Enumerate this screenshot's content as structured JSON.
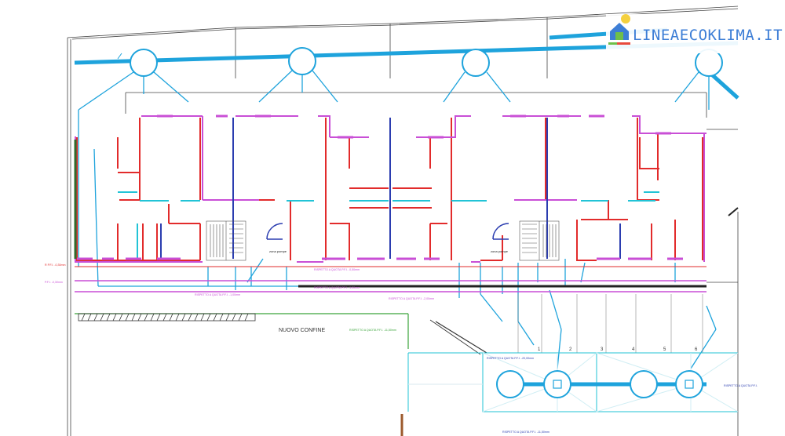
{
  "brand": {
    "text": "LINEAECOKLIMA.IT",
    "colors": {
      "blue": "#3d7ed6",
      "yellow": "#f4d03f",
      "green": "#6fbf4a",
      "red": "#e84a3c"
    }
  },
  "plan": {
    "labels": {
      "nuovo_confine": "NUOVO CONFINE",
      "zona_pompe_a": "zona pompe",
      "zona_pompe_b": "zona pompe",
      "rispetto_0_5": "RISPETTO A QUOTA P.F.I. -0,50mm",
      "rispetto_1_5": "RISPETTO A QUOTA P.F.I. -1,50mm",
      "rispetto_2_0": "RISPETTO A QUOTA P.F.I. -2,00mm",
      "rispetto_1_0": "RISPETTO A QUOTA P.F.I. -1,00mm",
      "rispetto_20": "RISPETTO A QUOTA P.F.I. -20,00mm",
      "rispetto_right": "RISPETTO A QUOTA P.F.I.",
      "pfi_left": "R P.F.I. -0,30mm",
      "pfi_left2": "P.F.I. -0,30mm",
      "rispetto_bottom": "RISPETTO A QUOTA P.F.I. -11,50mm",
      "rispetto_bottom2": "RISPETTO A QUOTA P.F.I. -11,50mm",
      "parcel_numbers": [
        "1",
        "2",
        "3",
        "4",
        "5",
        "6"
      ]
    }
  }
}
